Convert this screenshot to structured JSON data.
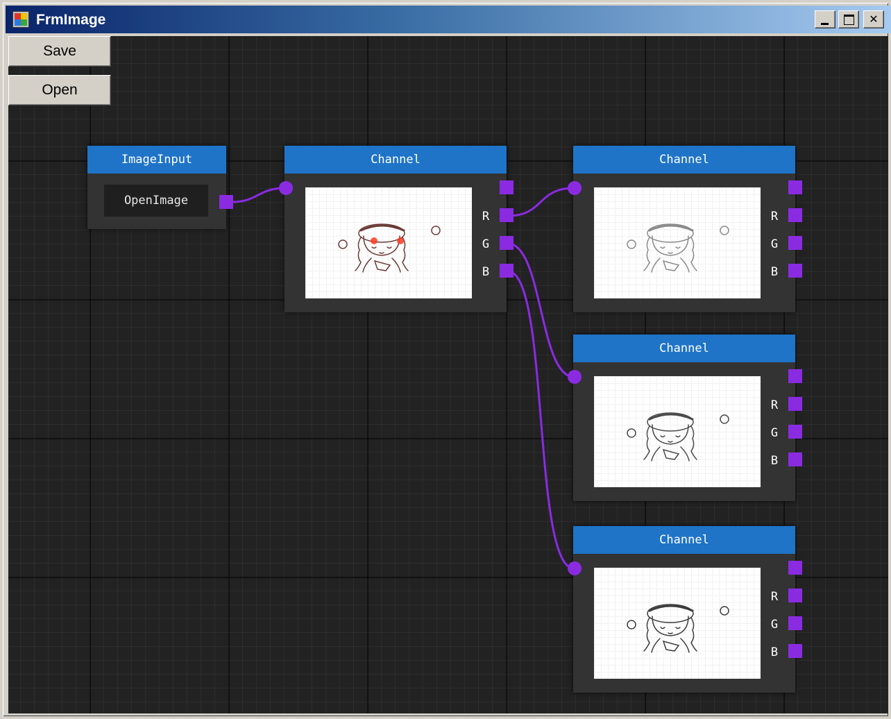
{
  "window": {
    "title": "FrmImage",
    "controls": {
      "minimize": "_",
      "maximize": "□",
      "close": "✕"
    }
  },
  "toolbar": {
    "save_label": "Save",
    "open_label": "Open"
  },
  "nodes": {
    "image_input": {
      "title": "ImageInput",
      "button_label": "OpenImage"
    },
    "channel_main": {
      "title": "Channel",
      "ports": [
        "R",
        "G",
        "B"
      ]
    },
    "channel_r": {
      "title": "Channel",
      "ports": [
        "R",
        "G",
        "B"
      ]
    },
    "channel_g": {
      "title": "Channel",
      "ports": [
        "R",
        "G",
        "B"
      ]
    },
    "channel_b": {
      "title": "Channel",
      "ports": [
        "R",
        "G",
        "B"
      ]
    }
  },
  "colors": {
    "canvas_bg": "#222222",
    "node_bg": "#333333",
    "node_header": "#1f74c8",
    "port": "#8a2be2",
    "wire": "#8a2be2"
  }
}
